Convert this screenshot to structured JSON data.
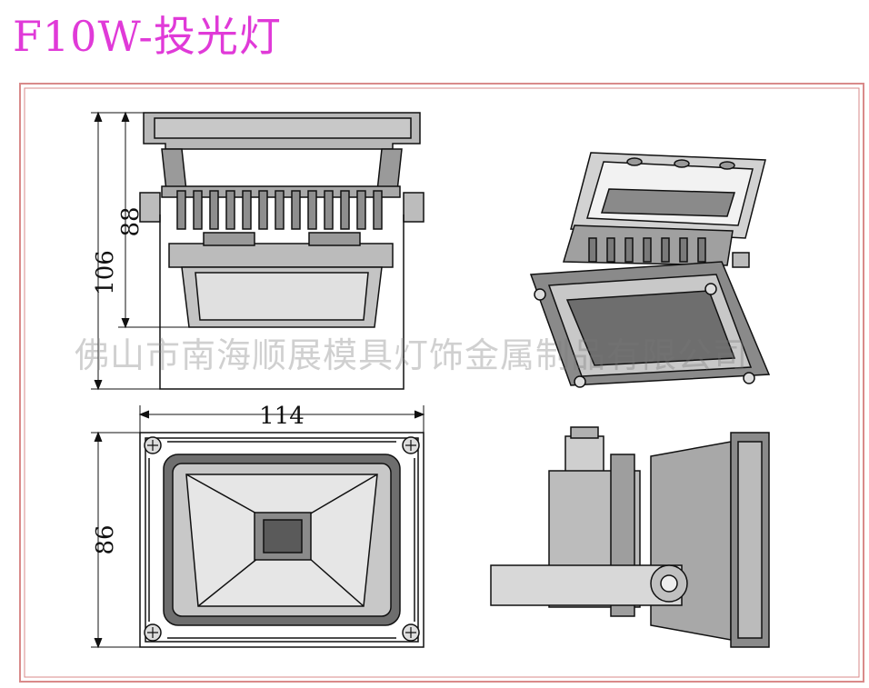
{
  "title": "F10W-投光灯",
  "watermark": "佛山市南海顺展模具灯饰金属制品有限公司",
  "dimensions": {
    "height_total": "106",
    "height_body": "88",
    "width": "114",
    "depth": "86"
  },
  "colors": {
    "title": "#e03ad8",
    "frame": "#d98a8a",
    "line": "#111111",
    "fill_gray": "#b8b8b8",
    "fill_dark": "#6e6e6e"
  }
}
